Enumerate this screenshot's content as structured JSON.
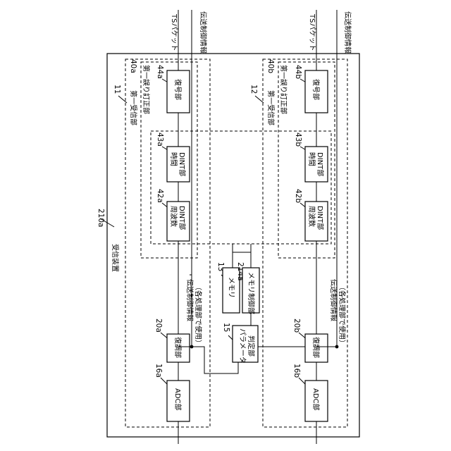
{
  "device": {
    "ref": "210a",
    "name": "受信装置"
  },
  "receivers": [
    {
      "ref": "11",
      "decoder_unit_ref": "40a",
      "decoder_unit_name": "第一受信部",
      "ecc_name": "第一誤り訂正部",
      "adc": {
        "ref": "16a",
        "label": "ADC部"
      },
      "demod": {
        "ref": "20a",
        "label": "復調部"
      },
      "freq_dint": {
        "ref": "42a",
        "line1": "周波数",
        "line2": "DINT部"
      },
      "time_dint": {
        "ref": "43a",
        "line1": "時間",
        "line2": "DINT部"
      },
      "decoder": {
        "ref": "44a",
        "label": "復号部"
      },
      "tx_info": "伝送制御情報",
      "tx_info_note": "（各処理部で使用）",
      "out_ts": "TSパケット",
      "out_ctrl": "伝送制御情報"
    },
    {
      "ref": "12",
      "decoder_unit_ref": "40b",
      "decoder_unit_name": "第一受信部",
      "ecc_name": "第一誤り訂正部",
      "adc": {
        "ref": "16b",
        "label": "ADC部"
      },
      "demod": {
        "ref": "20b",
        "label": "復調部"
      },
      "freq_dint": {
        "ref": "42b",
        "line1": "周波数",
        "line2": "DINT部"
      },
      "time_dint": {
        "ref": "43b",
        "line1": "時間",
        "line2": "DINT部"
      },
      "decoder": {
        "ref": "44b",
        "label": "復号部"
      },
      "tx_info": "伝送制御情報",
      "tx_info_note": "（各処理部で使用）",
      "out_ts": "TSパケット",
      "out_ctrl": "伝送制御情報"
    }
  ],
  "shared": {
    "memory": {
      "ref": "13",
      "label": "メモリ"
    },
    "memory_ctrl": {
      "ref": "214a",
      "label": "メモリ制御部"
    },
    "param": {
      "ref": "15",
      "line1": "パラメータ",
      "line2": "判定部"
    }
  }
}
